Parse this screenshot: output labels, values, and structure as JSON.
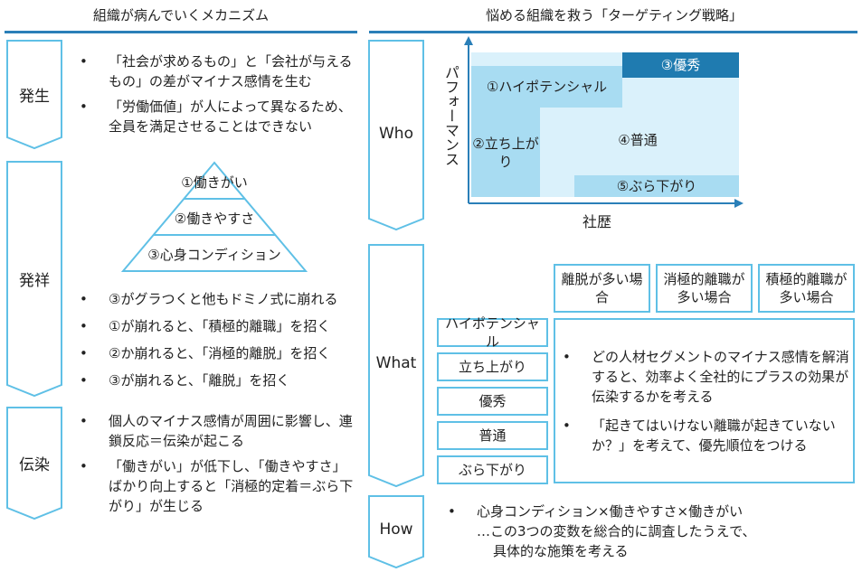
{
  "left": {
    "title": "組織が病んでいくメカニズム",
    "stages": [
      {
        "label": "発生"
      },
      {
        "label": "発祥"
      },
      {
        "label": "伝染"
      }
    ],
    "hassei_bullets": [
      "「社会が求めるもの」と「会社が与えるもの」の差がマイナス感情を生む",
      "「労働価値」が人によって異なるため、全員を満足させることはできない"
    ],
    "pyramid": [
      "①働きがい",
      "②働きやすさ",
      "③心身コンディション"
    ],
    "hassho_bullets": [
      "③がグラつくと他もドミノ式に崩れる",
      "①が崩れると、「積極的離職」を招く",
      "②か崩れると、「消極的離脱」を招く",
      "③が崩れると、「離脱」を招く"
    ],
    "densen_bullets": [
      "個人のマイナス感情が周囲に影響し、連鎖反応＝伝染が起こる",
      "「働きがい」が低下し、「働きやすさ」ばかり向上すると「消極的定着＝ぶら下がり」が生じる"
    ]
  },
  "right": {
    "title": "悩める組織を救う「ターゲティング戦略」",
    "stages": [
      {
        "label": "Who"
      },
      {
        "label": "What"
      },
      {
        "label": "How"
      }
    ],
    "matrix": {
      "y_label": "パフォーマンス",
      "x_label": "社歴",
      "segments": {
        "excellent": "③優秀",
        "high_potential": "①ハイポテンシャル",
        "rising": "②立ち上がり",
        "normal": "④普通",
        "hanging": "⑤ぶら下がり"
      }
    },
    "what_headers": [
      "離脱が多い場合",
      "消極的離職が多い場合",
      "積極的離職が多い場合"
    ],
    "what_segments": [
      "ハイポテンシャル",
      "立ち上がり",
      "優秀",
      "普通",
      "ぶら下がり"
    ],
    "what_bullets": [
      "どの人材セグメントのマイナス感情を解消すると、効率よく全社的にプラスの効果が伝染するかを考える",
      "「起きてはいけない離職が起きていないか？」を考えて、優先順位をつける"
    ],
    "how_line1": "心身コンディション×働きやすさ×働きがい",
    "how_line2": "…この3つの変数を総合的に調査したうえで、",
    "how_line3": "具体的な施策を考える"
  }
}
